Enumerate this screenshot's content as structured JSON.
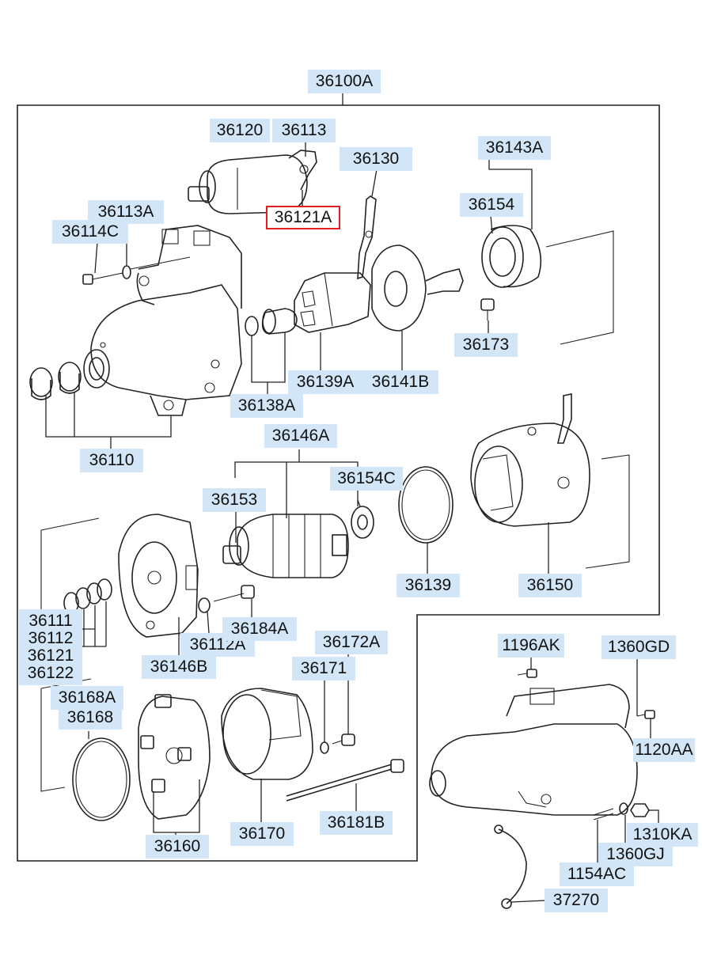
{
  "diagram": {
    "labels": {
      "p36100A": "36100A",
      "p36120": "36120",
      "p36113": "36113",
      "p36121A": "36121A",
      "p36130": "36130",
      "p36143A": "36143A",
      "p36154": "36154",
      "p36113A": "36113A",
      "p36114C": "36114C",
      "p36173": "36173",
      "p36139A": "36139A",
      "p36141B": "36141B",
      "p36138A": "36138A",
      "p36110": "36110",
      "p36146A": "36146A",
      "p36153": "36153",
      "p36154C": "36154C",
      "p36139": "36139",
      "p36150": "36150",
      "p36111": "36111",
      "p36112": "36112",
      "p36121": "36121",
      "p36122": "36122",
      "p36146B": "36146B",
      "p36112A": "36112A",
      "p36184A": "36184A",
      "p36172A": "36172A",
      "p36171": "36171",
      "p1196AK": "1196AK",
      "p1360GD": "1360GD",
      "p36168A": "36168A",
      "p36168": "36168",
      "p1120AA": "1120AA",
      "p36160": "36160",
      "p36170": "36170",
      "p36181B": "36181B",
      "p1310KA": "1310KA",
      "p1360GJ": "1360GJ",
      "p1154AC": "1154AC",
      "p37270": "37270"
    },
    "highlighted_part": "36121A",
    "colors": {
      "label_bg": "#d3e6f7",
      "highlight_border": "#e02020",
      "line": "#222222"
    }
  }
}
